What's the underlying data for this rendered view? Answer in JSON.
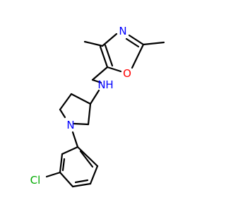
{
  "molecule": {
    "colors": {
      "carbon_bond": "#000000",
      "nitrogen": "#0000ff",
      "oxygen": "#ff0000",
      "chlorine": "#00aa00",
      "background": "#ffffff"
    },
    "atoms": {
      "oxazole_n": "N",
      "oxazole_o": "O",
      "amine_n": "N",
      "amine_h": "H",
      "pyrrolidine_n": "N",
      "chlorine": "Cl"
    }
  }
}
